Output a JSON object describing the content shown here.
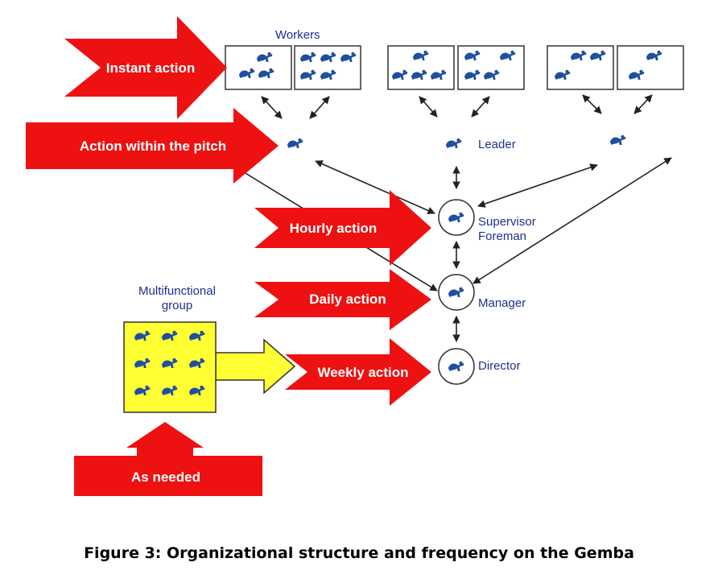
{
  "diagram": {
    "workers_label": "Workers",
    "leader_label": "Leader",
    "supervisor_label_1": "Supervisor",
    "supervisor_label_2": "Foreman",
    "manager_label": "Manager",
    "director_label": "Director",
    "group_label_1": "Multifunctional",
    "group_label_2": "group",
    "actions": {
      "instant": "Instant action",
      "pitch": "Action within the pitch",
      "hourly": "Hourly action",
      "daily": "Daily action",
      "weekly": "Weekly action",
      "as_needed": "As needed"
    },
    "icon": "worker-figure-icon"
  },
  "colors": {
    "action_arrow": "#ee1111",
    "action_text": "#ffffff",
    "label_text": "#1f2f8f",
    "figure": "#1f4f9f",
    "group_box": "#ffff33",
    "connector": "#222222"
  },
  "caption": "Figure 3: Organizational structure and frequency on the Gemba"
}
